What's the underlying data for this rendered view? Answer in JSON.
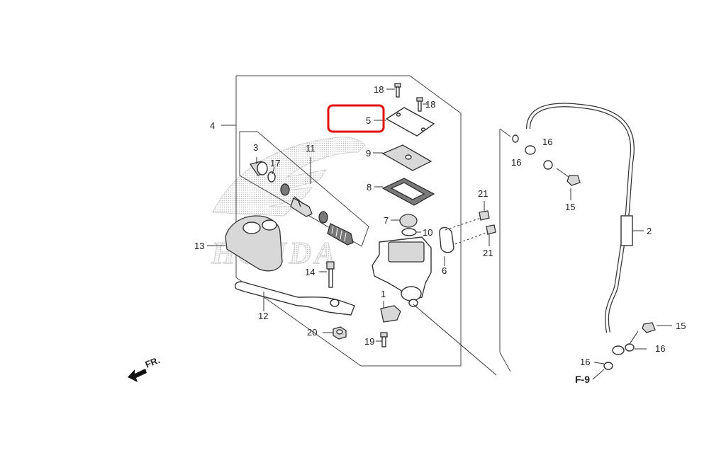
{
  "highlight_color": "#e01010",
  "watermark": "HONDA",
  "direction_arrow": "FR.",
  "reference": "F-9",
  "callouts": [
    {
      "id": "c1",
      "label": "1"
    },
    {
      "id": "c2",
      "label": "2"
    },
    {
      "id": "c3",
      "label": "3"
    },
    {
      "id": "c4",
      "label": "4"
    },
    {
      "id": "c5",
      "label": "5"
    },
    {
      "id": "c6",
      "label": "6"
    },
    {
      "id": "c7",
      "label": "7"
    },
    {
      "id": "c8",
      "label": "8"
    },
    {
      "id": "c9",
      "label": "9"
    },
    {
      "id": "c10",
      "label": "10"
    },
    {
      "id": "c11",
      "label": "11"
    },
    {
      "id": "c12",
      "label": "12"
    },
    {
      "id": "c13",
      "label": "13"
    },
    {
      "id": "c14",
      "label": "14"
    },
    {
      "id": "c15a",
      "label": "15"
    },
    {
      "id": "c15b",
      "label": "15"
    },
    {
      "id": "c16a",
      "label": "16"
    },
    {
      "id": "c16b",
      "label": "16"
    },
    {
      "id": "c16c",
      "label": "16"
    },
    {
      "id": "c16d",
      "label": "16"
    },
    {
      "id": "c17",
      "label": "17"
    },
    {
      "id": "c18a",
      "label": "18"
    },
    {
      "id": "c18b",
      "label": "18"
    },
    {
      "id": "c19",
      "label": "19"
    },
    {
      "id": "c20",
      "label": "20"
    },
    {
      "id": "c21a",
      "label": "21"
    },
    {
      "id": "c21b",
      "label": "21"
    }
  ],
  "highlighted_callout": "5"
}
